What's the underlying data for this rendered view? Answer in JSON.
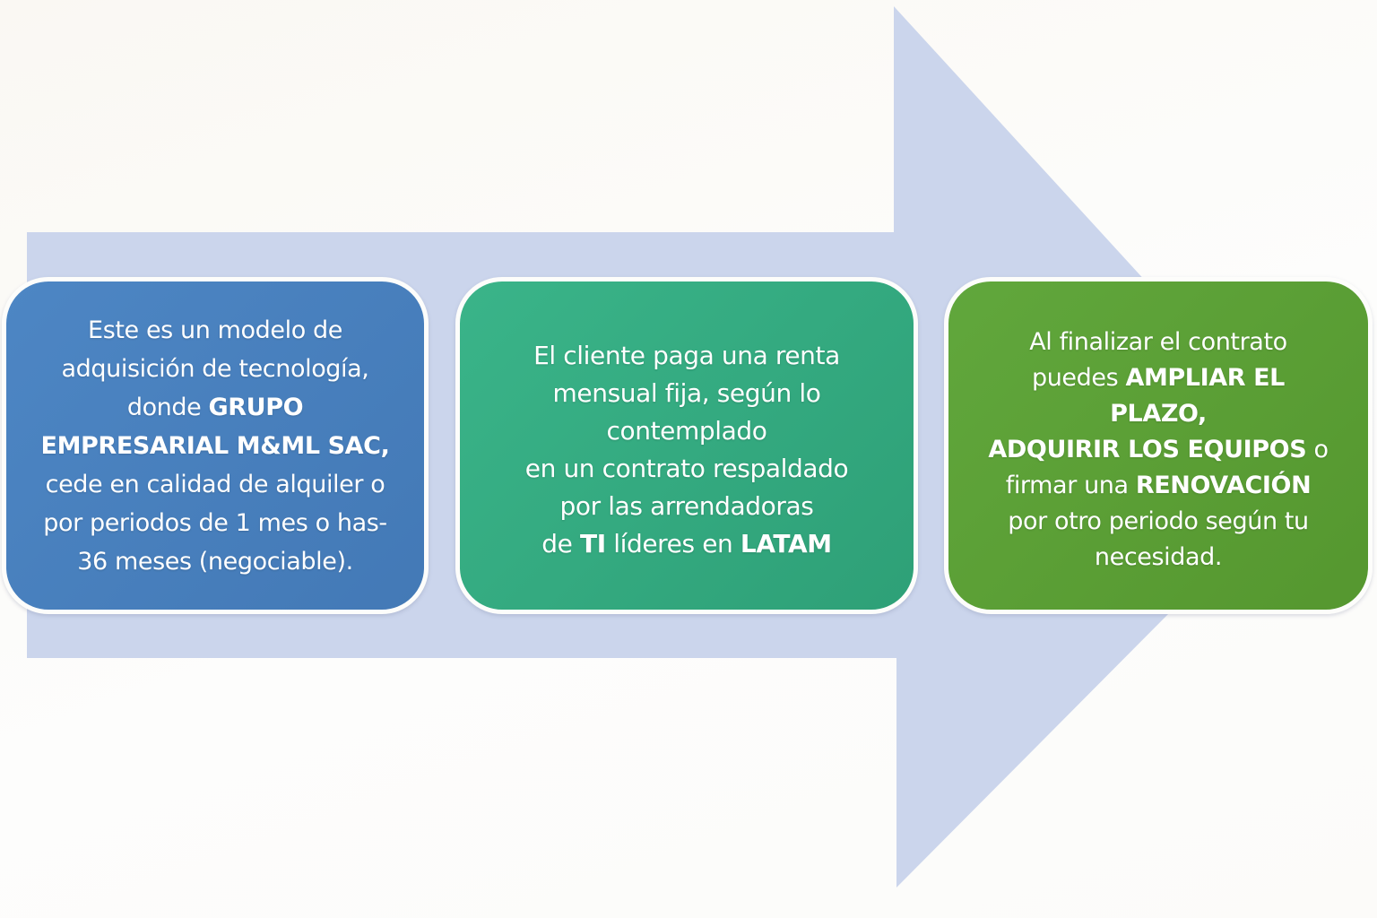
{
  "diagram": {
    "type": "process-arrow",
    "direction": "right",
    "step_count": 3
  },
  "colors": {
    "background_top": "#faf8f3",
    "background": "#fdfdfc",
    "arrow": "#cbd5ec",
    "box1": "#4d86c4",
    "box1_dark": "#4379b6",
    "box2": "#3ab489",
    "box2_dark": "#2ea077",
    "box3": "#61a73c",
    "box3_dark": "#55972f",
    "box_border": "#fdfdfb",
    "text": "#ffffff"
  },
  "boxes": [
    {
      "id": "modelo-alquiler",
      "lines": [
        [
          {
            "t": "Este es un modelo de"
          }
        ],
        [
          {
            "t": "adquisición de tecnología,"
          }
        ],
        [
          {
            "t": "donde "
          },
          {
            "t": "GRUPO",
            "b": true
          }
        ],
        [
          {
            "t": "EMPRESARIAL M&ML SAC,",
            "b": true
          }
        ],
        [
          {
            "t": "cede en calidad de alquiler o"
          }
        ],
        [
          {
            "t": "por periodos de 1 mes o has-"
          }
        ],
        [
          {
            "t": "36 meses (negociable)."
          }
        ]
      ]
    },
    {
      "id": "renta-mensual",
      "lines": [
        [
          {
            "t": "El cliente paga una renta"
          }
        ],
        [
          {
            "t": "mensual fija, según lo"
          }
        ],
        [
          {
            "t": "contemplado"
          }
        ],
        [
          {
            "t": "en un contrato respaldado"
          }
        ],
        [
          {
            "t": "por las arrendadoras"
          }
        ],
        [
          {
            "t": "de "
          },
          {
            "t": "TI",
            "b": true
          },
          {
            "t": " líderes en "
          },
          {
            "t": "LATAM",
            "b": true
          }
        ]
      ]
    },
    {
      "id": "fin-contrato",
      "lines": [
        [
          {
            "t": "Al finalizar el contrato"
          }
        ],
        [
          {
            "t": "puedes "
          },
          {
            "t": "AMPLIAR EL",
            "b": true
          }
        ],
        [
          {
            "t": "PLAZO,",
            "b": true
          }
        ],
        [
          {
            "t": "ADQUIRIR LOS EQUIPOS",
            "b": true
          },
          {
            "t": " o"
          }
        ],
        [
          {
            "t": "firmar una "
          },
          {
            "t": "RENOVACIÓN",
            "b": true
          }
        ],
        [
          {
            "t": "por otro periodo según tu"
          }
        ],
        [
          {
            "t": "necesidad."
          }
        ]
      ]
    }
  ]
}
